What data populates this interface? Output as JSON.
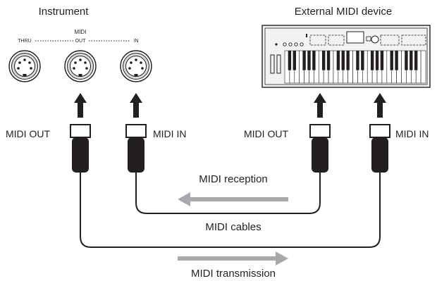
{
  "instrument": {
    "title": "Instrument",
    "ports": {
      "group_label": "MIDI",
      "thru": "THRU",
      "out": "OUT",
      "in": "IN"
    }
  },
  "external_device": {
    "title": "External MIDI device"
  },
  "plugs": {
    "instrument_out": "MIDI OUT",
    "instrument_in": "MIDI IN",
    "device_out": "MIDI OUT",
    "device_in": "MIDI IN"
  },
  "flows": {
    "reception": "MIDI reception",
    "cables": "MIDI cables",
    "transmission": "MIDI transmission"
  },
  "colors": {
    "line": "#231f20",
    "arrow_grey": "#a7a9ac",
    "keyboard_body": "#f2f2f2"
  },
  "icons": [
    "midi-din-port-icon",
    "midi-plug-icon",
    "keyboard-icon",
    "arrow-up-icon",
    "arrow-left-icon",
    "arrow-right-icon"
  ]
}
